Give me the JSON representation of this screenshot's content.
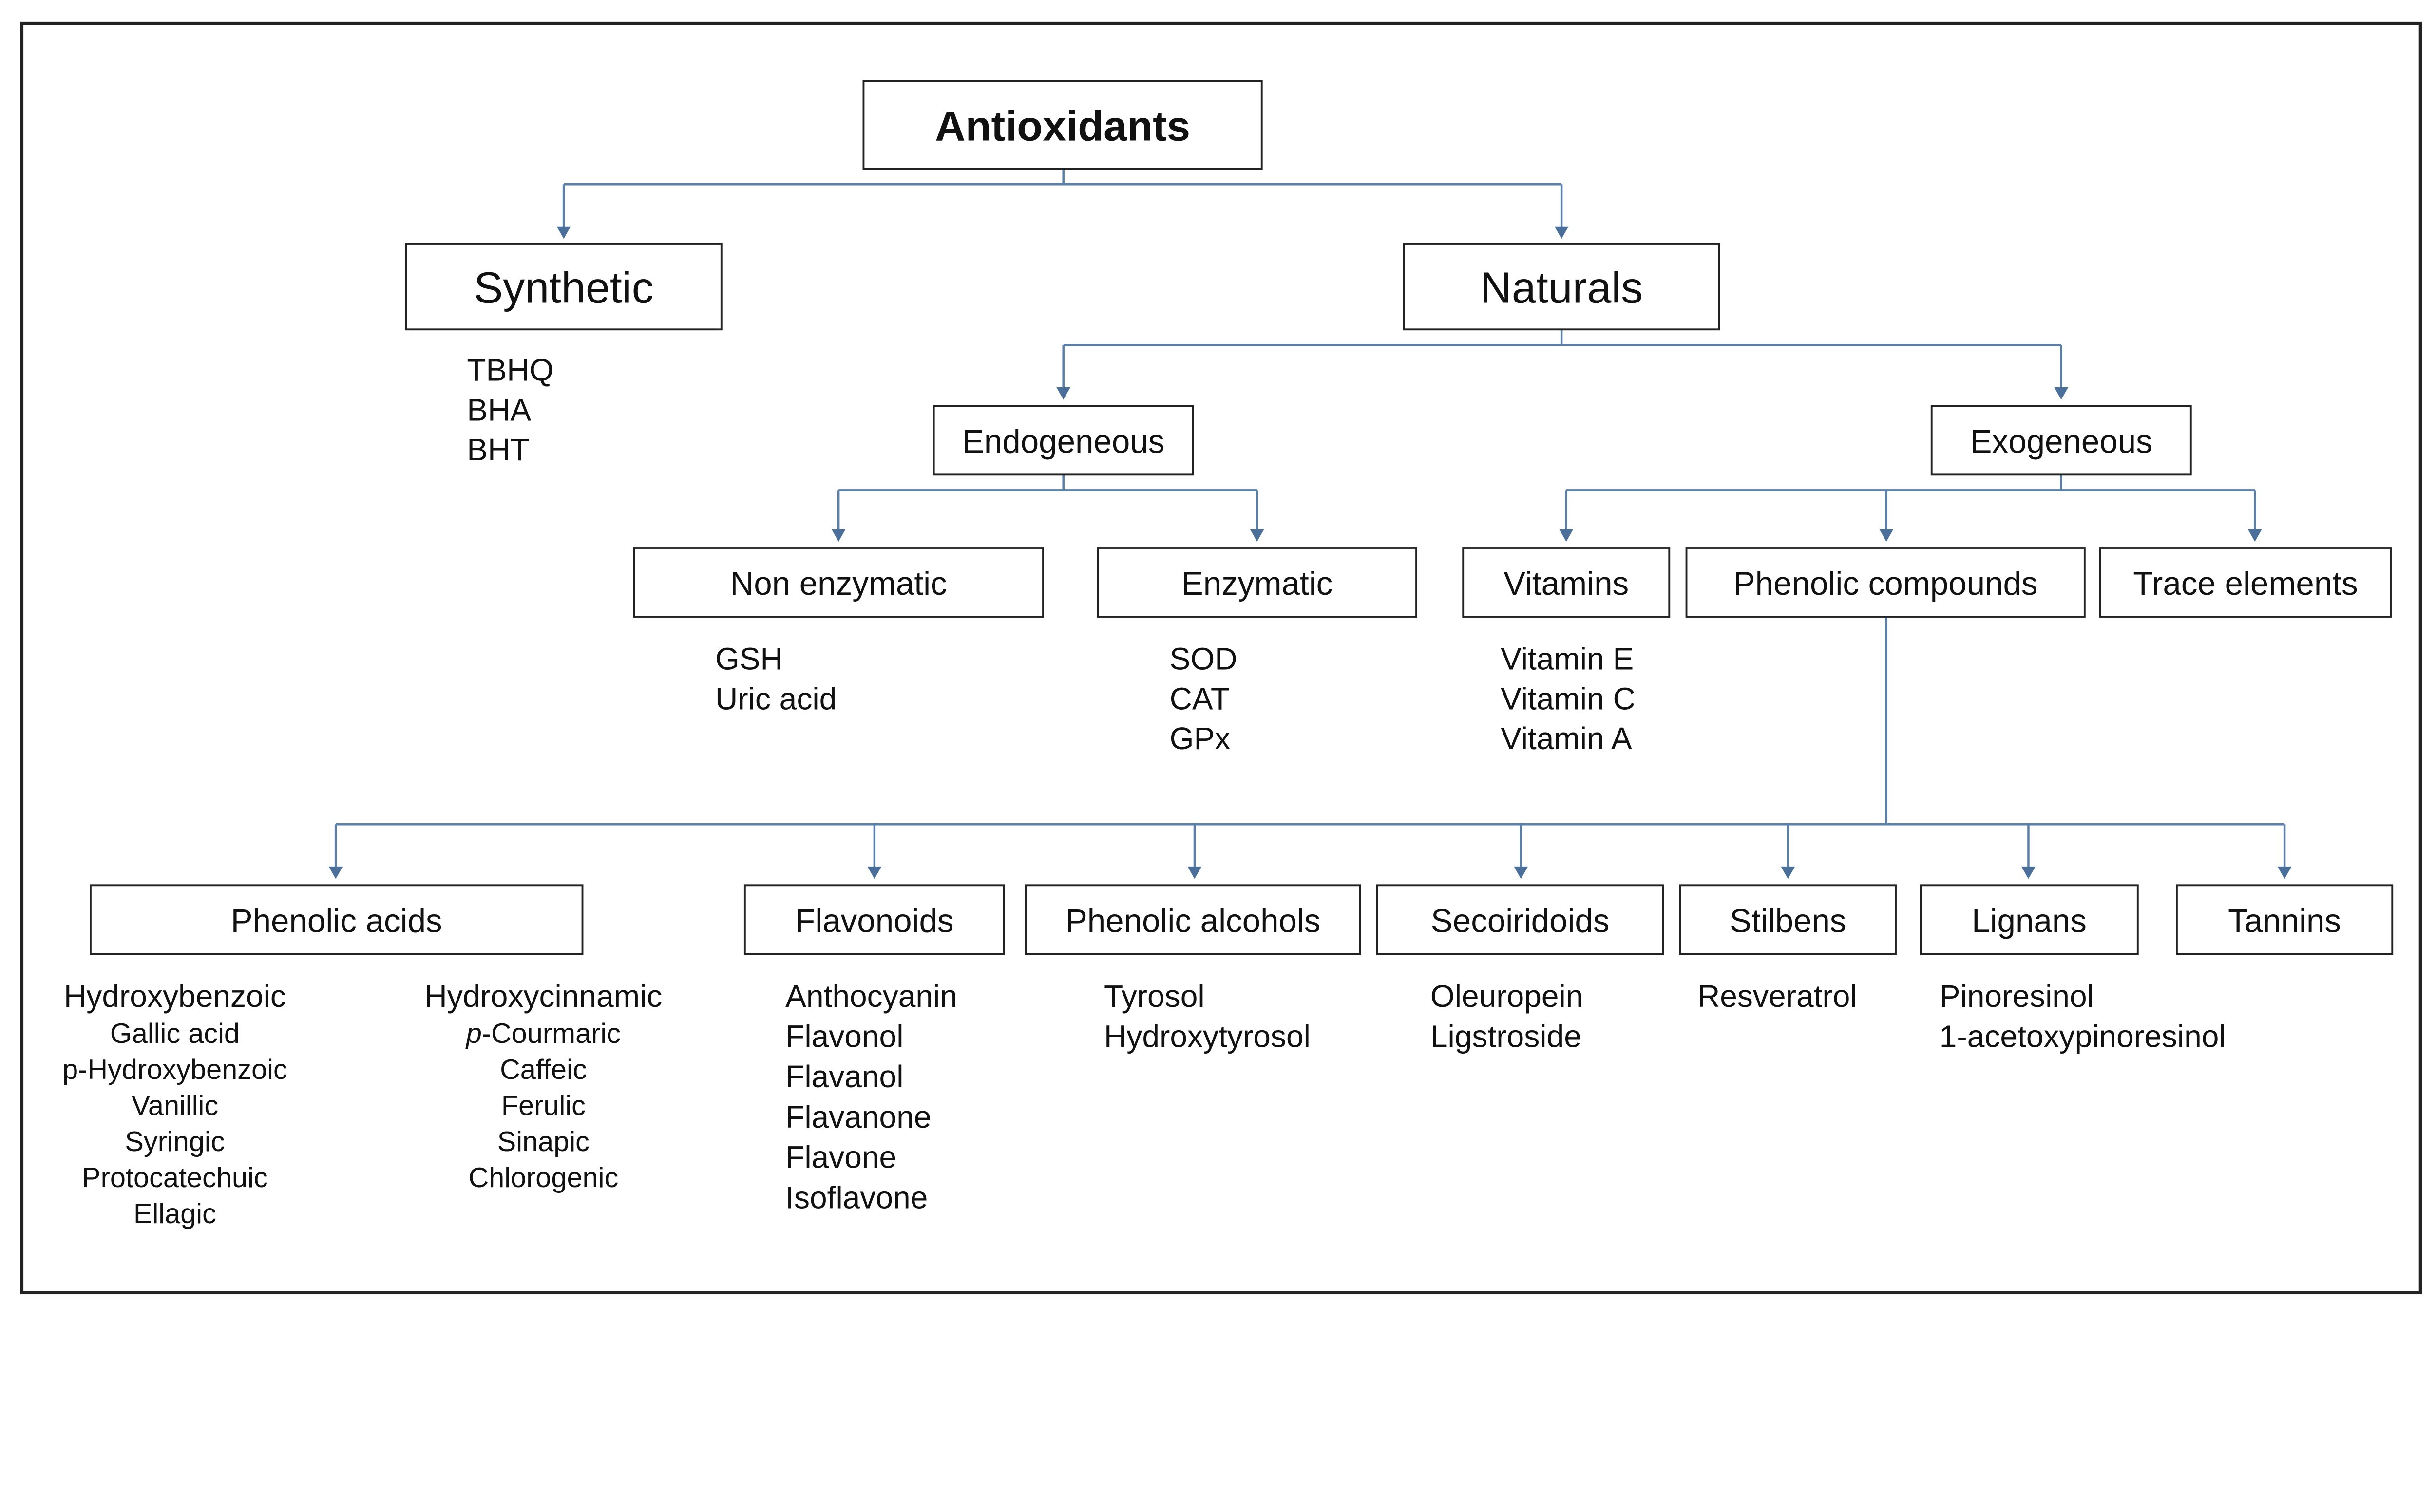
{
  "colors": {
    "connector": "#5a7fa8",
    "border": "#222222",
    "text": "#111111"
  },
  "nodes": {
    "antioxidants": {
      "label": "Antioxidants"
    },
    "synthetic": {
      "label": "Synthetic",
      "items": [
        "TBHQ",
        "BHA",
        "BHT"
      ]
    },
    "naturals": {
      "label": "Naturals"
    },
    "endogeneous": {
      "label": "Endogeneous"
    },
    "exogeneous": {
      "label": "Exogeneous"
    },
    "non_enzymatic": {
      "label": "Non enzymatic",
      "items": [
        "GSH",
        "Uric acid"
      ]
    },
    "enzymatic": {
      "label": "Enzymatic",
      "items": [
        "SOD",
        "CAT",
        "GPx"
      ]
    },
    "vitamins": {
      "label": "Vitamins",
      "items": [
        "Vitamin E",
        "Vitamin C",
        "Vitamin A"
      ]
    },
    "phenolic_compounds": {
      "label": "Phenolic compounds"
    },
    "trace_elements": {
      "label": "Trace elements"
    },
    "phenolic_acids": {
      "label": "Phenolic acids",
      "groups": [
        {
          "header": "Hydroxybenzoic",
          "items": [
            "Gallic acid",
            "p-Hydroxybenzoic",
            "Vanillic",
            "Syringic",
            "Protocatechuic",
            "Ellagic"
          ]
        },
        {
          "header": "Hydroxycinnamic",
          "items": [
            "p-Courmaric",
            "Caffeic",
            "Ferulic",
            "Sinapic",
            "Chlorogenic"
          ]
        }
      ]
    },
    "flavonoids": {
      "label": "Flavonoids",
      "items": [
        "Anthocyanin",
        "Flavonol",
        "Flavanol",
        "Flavanone",
        "Flavone",
        "Isoflavone"
      ]
    },
    "phenolic_alcohols": {
      "label": "Phenolic alcohols",
      "items": [
        "Tyrosol",
        "Hydroxytyrosol"
      ]
    },
    "secoiridoids": {
      "label": "Secoiridoids",
      "items": [
        "Oleuropein",
        "Ligstroside"
      ]
    },
    "stilbens": {
      "label": "Stilbens",
      "items": [
        "Resveratrol"
      ]
    },
    "lignans": {
      "label": "Lignans",
      "items": [
        "Pinoresinol",
        "1-acetoxypinoresinol"
      ]
    },
    "tannins": {
      "label": "Tannins"
    }
  }
}
